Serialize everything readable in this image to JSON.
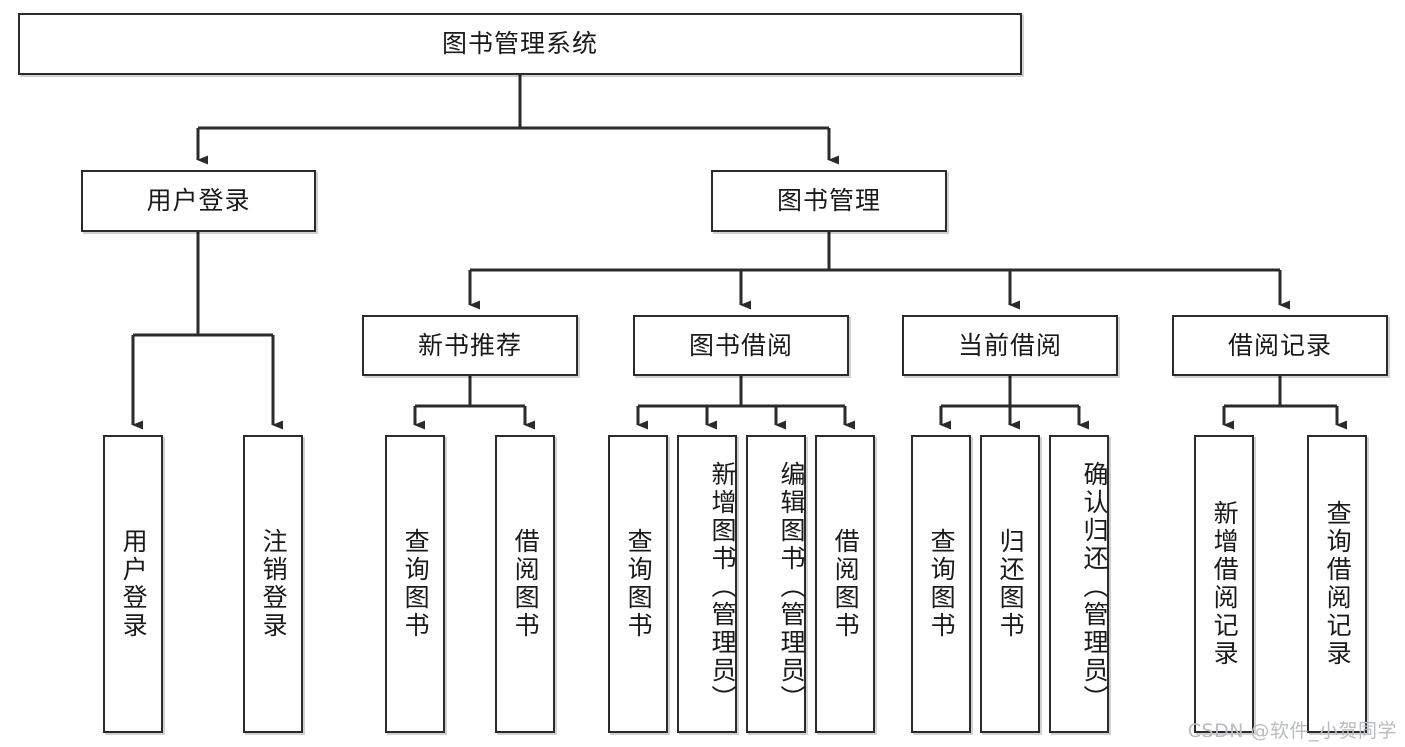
{
  "diagram": {
    "type": "tree",
    "title_node": {
      "label": "图书管理系统"
    },
    "level2": [
      {
        "label": "用户登录"
      },
      {
        "label": "图书管理"
      }
    ],
    "level3": [
      {
        "label": "新书推荐"
      },
      {
        "label": "图书借阅"
      },
      {
        "label": "当前借阅"
      },
      {
        "label": "借阅记录"
      }
    ],
    "leaves": {
      "user_login": [
        {
          "label": "用户登录"
        },
        {
          "label": "注销登录"
        }
      ],
      "new_book_recommend": [
        {
          "label": "查询图书"
        },
        {
          "label": "借阅图书"
        }
      ],
      "book_borrow": [
        {
          "label": "查询图书"
        },
        {
          "label": "新增图书（管理员）"
        },
        {
          "label": "编辑图书（管理员）"
        },
        {
          "label": "借阅图书"
        }
      ],
      "current_borrow": [
        {
          "label": "查询图书"
        },
        {
          "label": "归还图书"
        },
        {
          "label": "确认归还（管理员）"
        }
      ],
      "borrow_record": [
        {
          "label": "新增借阅记录"
        },
        {
          "label": "查询借阅记录"
        }
      ]
    }
  },
  "watermark": {
    "text": "CSDN @软件_小贺同学"
  },
  "colors": {
    "stroke": "#2b2b2b",
    "fill": "#ffffff",
    "text": "#1a1a1a",
    "watermark": "#b9bcc0"
  }
}
